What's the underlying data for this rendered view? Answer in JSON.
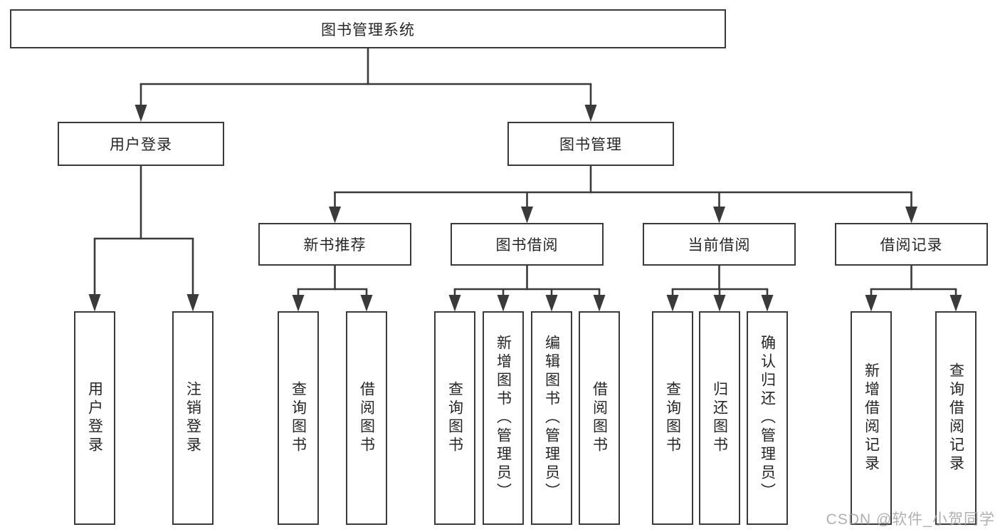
{
  "theme": {
    "line": "#3a3a3a",
    "text": "#262626",
    "box-bg": "#ffffff",
    "bg": "#ffffff",
    "watermark": "#a3a3a3"
  },
  "watermark": {
    "text": "CSDN @软件_小贺同学"
  },
  "tree": {
    "root": {
      "label": "图书管理系统"
    },
    "branches": [
      {
        "label": "用户登录",
        "children": [
          {
            "label": "用户登录"
          },
          {
            "label": "注销登录"
          }
        ]
      },
      {
        "label": "图书管理",
        "children": [
          {
            "label": "新书推荐",
            "children": [
              {
                "label": "查询图书"
              },
              {
                "label": "借阅图书"
              }
            ]
          },
          {
            "label": "图书借阅",
            "children": [
              {
                "label": "查询图书"
              },
              {
                "label": "新增图书（管理员）"
              },
              {
                "label": "编辑图书（管理员）"
              },
              {
                "label": "借阅图书"
              }
            ]
          },
          {
            "label": "当前借阅",
            "children": [
              {
                "label": "查询图书"
              },
              {
                "label": "归还图书"
              },
              {
                "label": "确认归还（管理员）"
              }
            ]
          },
          {
            "label": "借阅记录",
            "children": [
              {
                "label": "新增借阅记录"
              },
              {
                "label": "查询借阅记录"
              }
            ]
          }
        ]
      }
    ]
  }
}
